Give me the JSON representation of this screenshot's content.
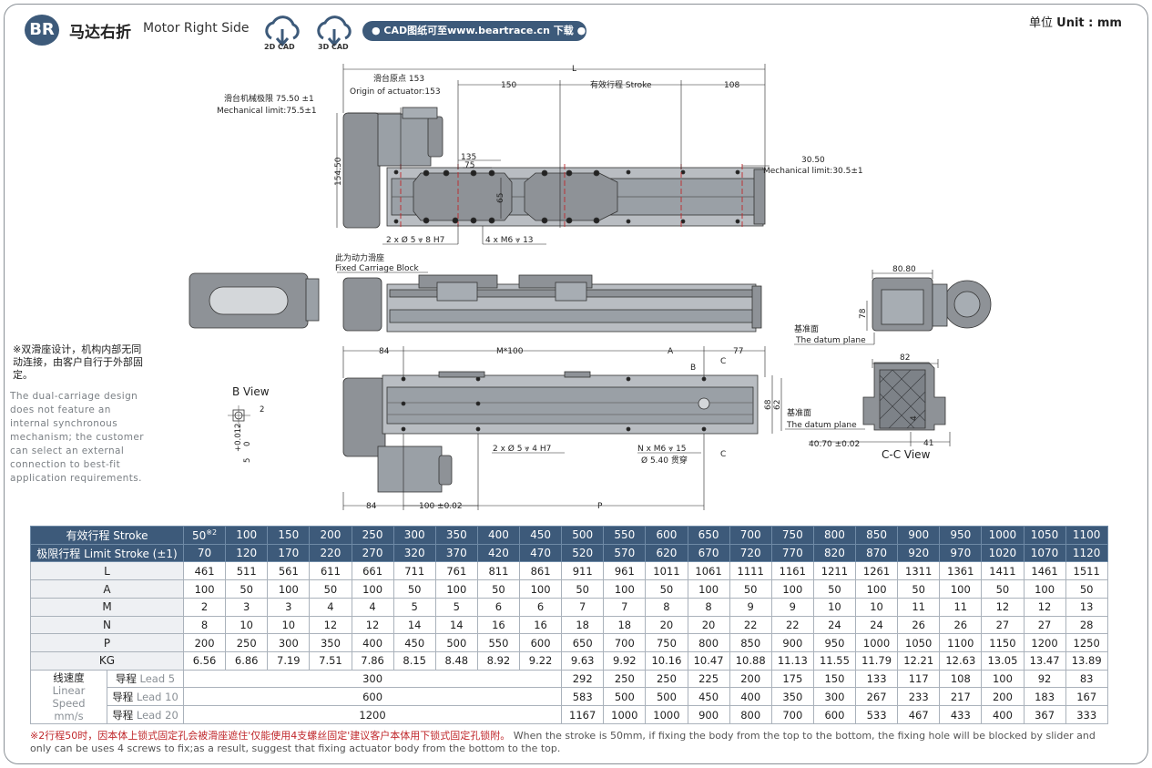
{
  "header": {
    "badge": "BR",
    "title_cn": "马达右折",
    "title_en": "Motor Right Side",
    "cad2d_label": "2D CAD",
    "cad3d_label": "3D CAD",
    "cad_link": "● CAD图纸可至www.beartrace.cn 下载 ●",
    "unit_label": "单位 ",
    "unit_value": "Unit : mm"
  },
  "notes": {
    "cn": "※双滑座设计，机构内部无同动连接，由客户自行于外部固定。",
    "en": "The dual-carriage design does not feature an internal synchronous mechanism; the customer can select an external connection to best-fit application requirements."
  },
  "drawing_labels": {
    "origin_cn": "滑台原点 153",
    "origin_en": "Origin of actuator:153",
    "mech_limit_cn": "滑台机械极限 75.50 ±1",
    "mech_limit_en": "Mechanical limit:75.5±1",
    "dim_L": "L",
    "dim_150": "150",
    "stroke_label": "有效行程 Stroke",
    "dim_108": "108",
    "dim_135": "135",
    "dim_75": "75",
    "dim_65": "65",
    "dim_154_50": "154.50",
    "right_mech_val": "30.50",
    "right_mech_en": "Mechanical limit:30.5±1",
    "hole1": "2 x Ø 5 ⩔ 8 H7",
    "hole2": "4 x M6 ⩔ 13",
    "fixed_cn": "此为动力滑座",
    "fixed_en": "Fixed Carriage Block",
    "dim_84a": "84",
    "dim_M100": "M*100",
    "dim_A": "A",
    "dim_77": "77",
    "dim_B": "B",
    "dim_C1": "C",
    "dim_68": "68",
    "dim_62": "62",
    "hole3": "2 x Ø 5 ⩔ 4 H7",
    "hole4": "N x M6 ⩔ 15",
    "hole5": "Ø 5.40 贯穿",
    "dim_C2": "C",
    "dim_84b": "84",
    "dim_100": "100 ±0.02",
    "dim_P": "P",
    "bview": "B View",
    "bview_2": "2",
    "bview_tol": "+0.012",
    "bview_5": "5",
    "bview_0": "0",
    "datum1_cn": "基准面",
    "datum1_en": "The datum plane",
    "datum2_cn": "基准面",
    "datum2_en": "The datum plane",
    "dim_80_80": "80.80",
    "dim_78": "78",
    "dim_82": "82",
    "dim_40_70": "40.70 ±0.02",
    "dim_41": "41",
    "dim_4": "4",
    "ccview": "C-C View"
  },
  "table": {
    "stroke_label": "有效行程 Stroke",
    "stroke_sup": "※2",
    "strokes": [
      "50",
      "100",
      "150",
      "200",
      "250",
      "300",
      "350",
      "400",
      "450",
      "500",
      "550",
      "600",
      "650",
      "700",
      "750",
      "800",
      "850",
      "900",
      "950",
      "1000",
      "1050",
      "1100"
    ],
    "limit_label": "极限行程 Limit Stroke (±1)",
    "limits": [
      "70",
      "120",
      "170",
      "220",
      "270",
      "320",
      "370",
      "420",
      "470",
      "520",
      "570",
      "620",
      "670",
      "720",
      "770",
      "820",
      "870",
      "920",
      "970",
      "1020",
      "1070",
      "1120"
    ],
    "rows": [
      {
        "label": "L",
        "values": [
          "461",
          "511",
          "561",
          "611",
          "661",
          "711",
          "761",
          "811",
          "861",
          "911",
          "961",
          "1011",
          "1061",
          "1111",
          "1161",
          "1211",
          "1261",
          "1311",
          "1361",
          "1411",
          "1461",
          "1511"
        ]
      },
      {
        "label": "A",
        "values": [
          "100",
          "50",
          "100",
          "50",
          "100",
          "50",
          "100",
          "50",
          "100",
          "50",
          "100",
          "50",
          "100",
          "50",
          "100",
          "50",
          "100",
          "50",
          "100",
          "50",
          "100",
          "50"
        ]
      },
      {
        "label": "M",
        "values": [
          "2",
          "3",
          "3",
          "4",
          "4",
          "5",
          "5",
          "6",
          "6",
          "7",
          "7",
          "8",
          "8",
          "9",
          "9",
          "10",
          "10",
          "11",
          "11",
          "12",
          "12",
          "13"
        ]
      },
      {
        "label": "N",
        "values": [
          "8",
          "10",
          "10",
          "12",
          "12",
          "14",
          "14",
          "16",
          "16",
          "18",
          "18",
          "20",
          "20",
          "22",
          "22",
          "24",
          "24",
          "26",
          "26",
          "27",
          "27",
          "28"
        ]
      },
      {
        "label": "P",
        "values": [
          "200",
          "250",
          "300",
          "350",
          "400",
          "450",
          "500",
          "550",
          "600",
          "650",
          "700",
          "750",
          "800",
          "850",
          "900",
          "950",
          "1000",
          "1050",
          "1100",
          "1150",
          "1200",
          "1250"
        ]
      },
      {
        "label": "KG",
        "values": [
          "6.56",
          "6.86",
          "7.19",
          "7.51",
          "7.86",
          "8.15",
          "8.48",
          "8.92",
          "9.22",
          "9.63",
          "9.92",
          "10.16",
          "10.47",
          "10.88",
          "11.13",
          "11.55",
          "11.79",
          "12.21",
          "12.63",
          "13.05",
          "13.47",
          "13.89"
        ]
      }
    ],
    "speed_label_cn": "线速度",
    "speed_label_en": "Linear Speed mm/s",
    "lead_cn": "导程",
    "speed_rows": [
      {
        "lead": "Lead 5",
        "merged": "300",
        "values": [
          "292",
          "250",
          "250",
          "225",
          "200",
          "175",
          "150",
          "133",
          "117",
          "108",
          "100",
          "92",
          "83"
        ]
      },
      {
        "lead": "Lead 10",
        "merged": "600",
        "values": [
          "583",
          "500",
          "500",
          "450",
          "400",
          "350",
          "300",
          "267",
          "233",
          "217",
          "200",
          "183",
          "167"
        ]
      },
      {
        "lead": "Lead 20",
        "merged": "1200",
        "values": [
          "1167",
          "1000",
          "1000",
          "900",
          "800",
          "700",
          "600",
          "533",
          "467",
          "433",
          "400",
          "367",
          "333"
        ]
      }
    ]
  },
  "footnote": {
    "red": "※2行程50时，因本体上锁式固定孔会被滑座遮住'仅能使用4支螺丝固定'建议客户本体用下锁式固定孔锁附。",
    "en": "When the stroke is 50mm, if fixing the body from the top to the bottom, the fixing hole will be blocked by slider and only can be uses 4 screws to fix;as a result, suggest that fixing actuator body from the bottom to the top."
  },
  "colors": {
    "brand": "#3d5a7a",
    "header_row": "#3d5a7a",
    "label_cell": "#eef0f3",
    "body_gray": "#8e9297",
    "red_note": "#c0282c"
  }
}
